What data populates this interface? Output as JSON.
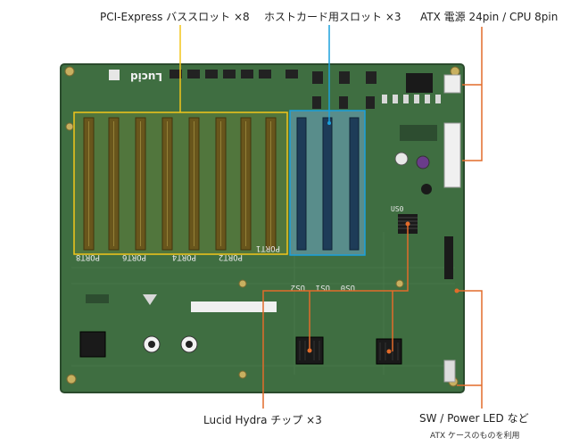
{
  "labels": {
    "pci_express_slots": "PCI-Express バススロット ×8",
    "host_card_slots": "ホストカード用スロット ×3",
    "atx_power": "ATX 電源 24pin / CPU 8pin",
    "hydra_chips": "Lucid Hydra チップ ×3",
    "sw_power_led": "SW / Power LED など",
    "sw_power_led_note": "ATX ケースのものを利用"
  },
  "board": {
    "logo_text": "Lucid",
    "port_labels": [
      "PORT8",
      "PORT6",
      "PORT4",
      "PORT2",
      "PORT1"
    ],
    "hub_labels": [
      "US0",
      "US1",
      "US2"
    ],
    "chip_label": "US0"
  },
  "colors": {
    "pcb": "#3f6e41",
    "pcb_dark": "#2f5532",
    "slot": "#5a4a1c",
    "host_slot": "#1e3c58",
    "yellow_callout": "#f2c51b",
    "blue_callout": "#1aa0dc",
    "orange_callout": "#e26b2a",
    "heatsink": "#1a1a1a"
  }
}
